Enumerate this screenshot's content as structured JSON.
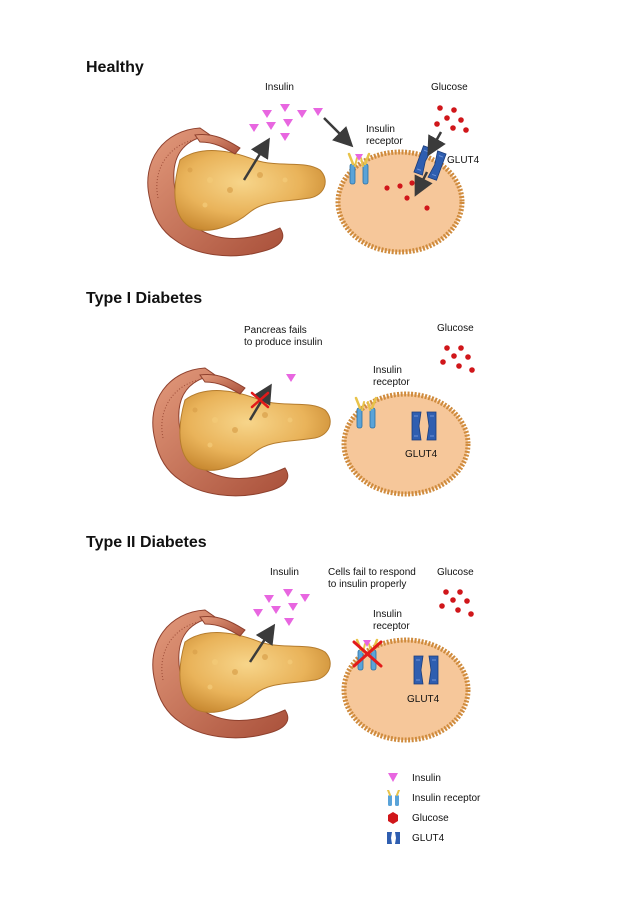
{
  "panels": {
    "healthy": {
      "title": "Healthy",
      "insulin_label": "Insulin",
      "receptor_label_line1": "Insulin",
      "receptor_label_line2": "receptor",
      "glucose_label": "Glucose",
      "glut4_label": "GLUT4"
    },
    "type1": {
      "title": "Type I Diabetes",
      "note_line1": "Pancreas fails",
      "note_line2": "to produce insulin",
      "receptor_label_line1": "Insulin",
      "receptor_label_line2": "receptor",
      "glucose_label": "Glucose",
      "glut4_label": "GLUT4"
    },
    "type2": {
      "title": "Type II Diabetes",
      "insulin_label": "Insulin",
      "note_line1": "Cells fail to respond",
      "note_line2": "to insulin properly",
      "receptor_label_line1": "Insulin",
      "receptor_label_line2": "receptor",
      "glucose_label": "Glucose",
      "glut4_label": "GLUT4"
    }
  },
  "legend": {
    "insulin": "Insulin",
    "receptor": "Insulin receptor",
    "glucose": "Glucose",
    "glut4": "GLUT4"
  },
  "colors": {
    "insulin": "#e866e0",
    "glucose": "#d0161a",
    "cell_fill": "#f6c79a",
    "membrane": "#cf8b3d",
    "receptor": "#5aa3d8",
    "glut4": "#2f5eb0",
    "pancreas": "#e9b35a",
    "duodenum": "#c96a4e",
    "arrow": "#3b3b3b",
    "cross": "#e21a1a"
  }
}
